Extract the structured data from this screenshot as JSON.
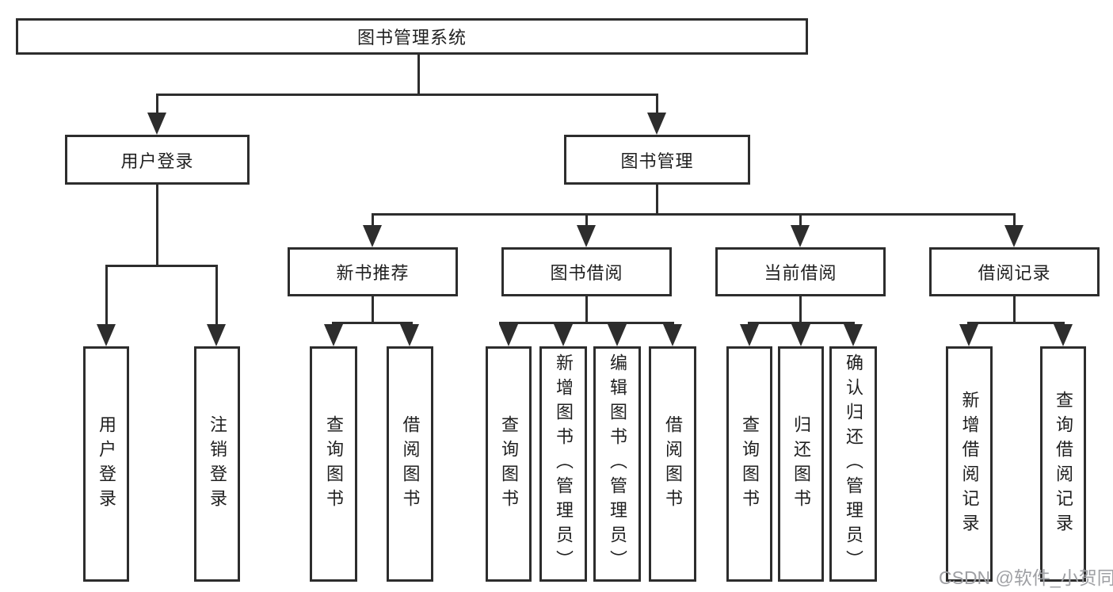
{
  "tree": {
    "label": "图书管理系统",
    "children": [
      {
        "label": "用户登录",
        "children": [
          {
            "label": "用户登录"
          },
          {
            "label": "注销登录"
          }
        ]
      },
      {
        "label": "图书管理",
        "children": [
          {
            "label": "新书推荐",
            "children": [
              {
                "label": "查询图书"
              },
              {
                "label": "借阅图书"
              }
            ]
          },
          {
            "label": "图书借阅",
            "children": [
              {
                "label": "查询图书"
              },
              {
                "label": "新增图书（管理员）"
              },
              {
                "label": "编辑图书（管理员）"
              },
              {
                "label": "借阅图书"
              }
            ]
          },
          {
            "label": "当前借阅",
            "children": [
              {
                "label": "查询图书"
              },
              {
                "label": "归还图书"
              },
              {
                "label": "确认归还（管理员）"
              }
            ]
          },
          {
            "label": "借阅记录",
            "children": [
              {
                "label": "新增借阅记录"
              },
              {
                "label": "查询借阅记录"
              }
            ]
          }
        ]
      }
    ]
  },
  "watermark": {
    "text": "CSDN @软件_小贺同学"
  },
  "colors": {
    "line": "#2d2d2d",
    "text": "#1f1f1f",
    "watermark": "#9fa0a4",
    "background": "#ffffff"
  }
}
